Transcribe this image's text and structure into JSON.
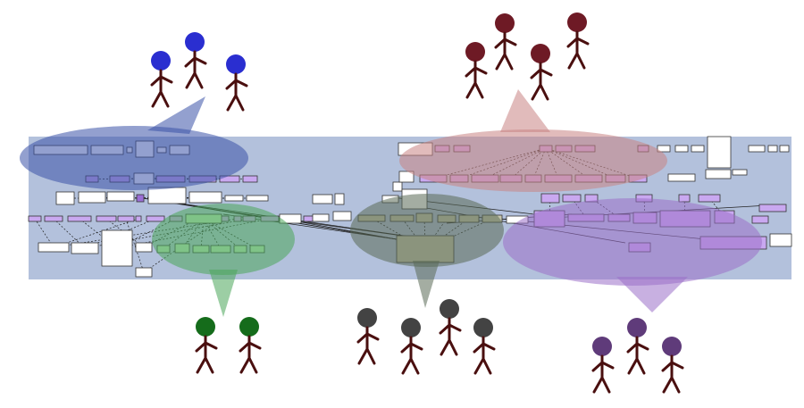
{
  "diagram": {
    "colors": {
      "band": "#b3c1dc",
      "node_white": "#ffffff",
      "node_purple": "#c9a8f0",
      "node_purple_dark": "#9b6fd6",
      "node_green": "#bfe6bf",
      "node_olive": "#c7c7ae",
      "edge": "#222222",
      "figure_body": "#4a0f0f"
    },
    "groups": [
      {
        "name": "blue-group",
        "bubble_fill": "#3a52a8",
        "people_color": "#2a2ed0",
        "people_count": 3
      },
      {
        "name": "red-group",
        "bubble_fill": "#c98484",
        "people_color": "#6e1a25",
        "people_count": 4
      },
      {
        "name": "green-group",
        "bubble_fill": "#4aa55a",
        "people_color": "#156c1b",
        "people_count": 2
      },
      {
        "name": "gray-group",
        "bubble_fill": "#5a6a55",
        "people_color": "#434343",
        "people_count": 4
      },
      {
        "name": "purple-group",
        "bubble_fill": "#9a70c8",
        "people_color": "#5f3b7a",
        "people_count": 3
      }
    ]
  }
}
